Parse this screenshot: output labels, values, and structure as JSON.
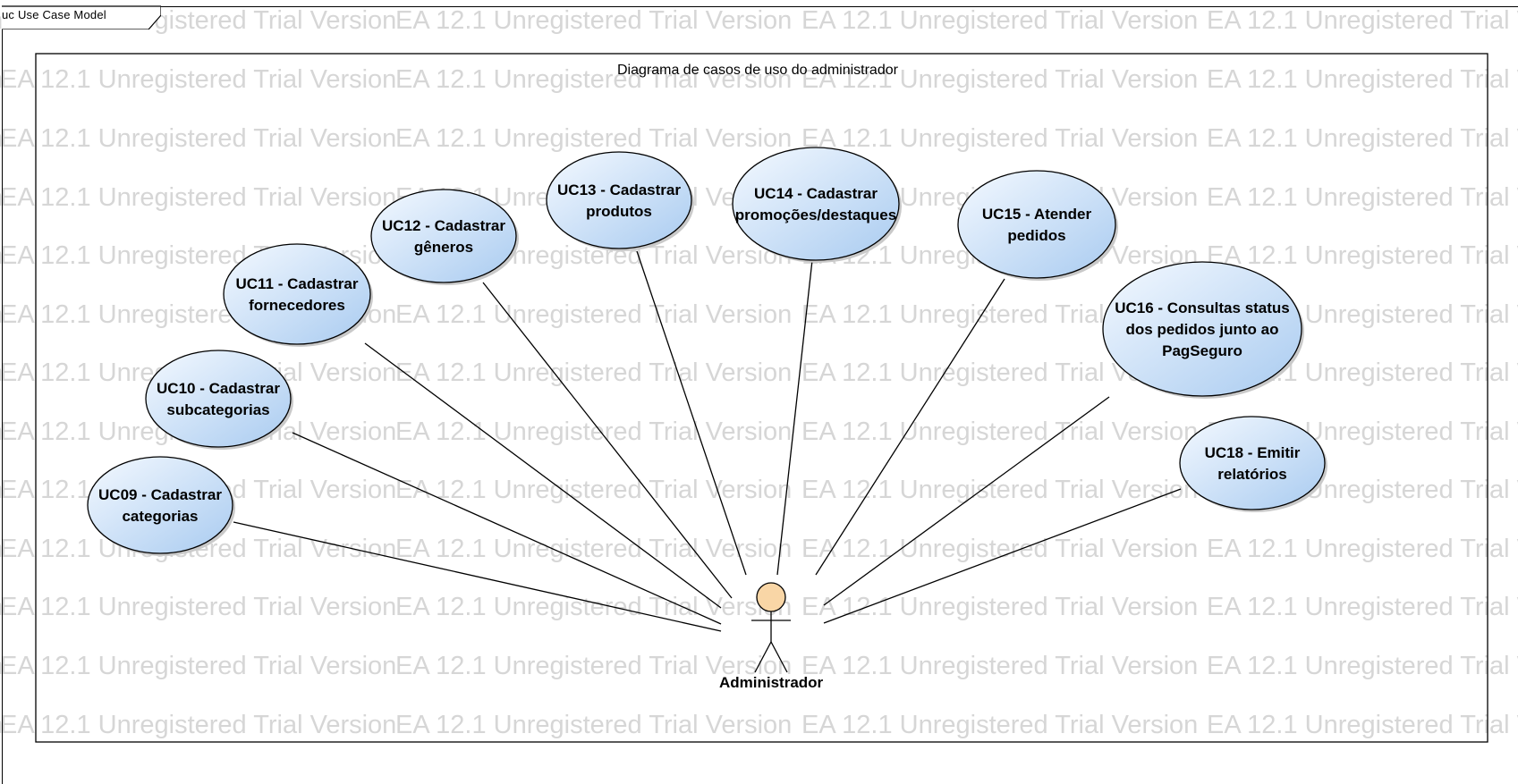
{
  "frame": {
    "tab_label": "uc Use Case Model"
  },
  "diagram": {
    "title": "Diagrama de casos de uso do administrador",
    "watermark_text": "EA 12.1 Unregistered Trial Version",
    "actor": {
      "name": "Administrador"
    },
    "use_cases": [
      {
        "id": "uc09",
        "lines": [
          "UC09 - Cadastrar",
          "categorias"
        ]
      },
      {
        "id": "uc10",
        "lines": [
          "UC10 - Cadastrar",
          "subcategorias"
        ]
      },
      {
        "id": "uc11",
        "lines": [
          "UC11 - Cadastrar",
          "fornecedores"
        ]
      },
      {
        "id": "uc12",
        "lines": [
          "UC12 - Cadastrar",
          "gêneros"
        ]
      },
      {
        "id": "uc13",
        "lines": [
          "UC13 - Cadastrar",
          "produtos"
        ]
      },
      {
        "id": "uc14",
        "lines": [
          "UC14 - Cadastrar",
          "promoções/destaques"
        ]
      },
      {
        "id": "uc15",
        "lines": [
          "UC15 - Atender",
          "pedidos"
        ]
      },
      {
        "id": "uc16",
        "lines": [
          "UC16 - Consultas status",
          "dos pedidos junto ao",
          "PagSeguro"
        ]
      },
      {
        "id": "uc18",
        "lines": [
          "UC18 - Emitir",
          "relatórios"
        ]
      }
    ]
  },
  "colors": {
    "usecase_fill_light": "#eef5fd",
    "usecase_fill_dark": "#b7d3f2",
    "actor_head": "#f9d6a6",
    "watermark": "#d6d6d6"
  }
}
